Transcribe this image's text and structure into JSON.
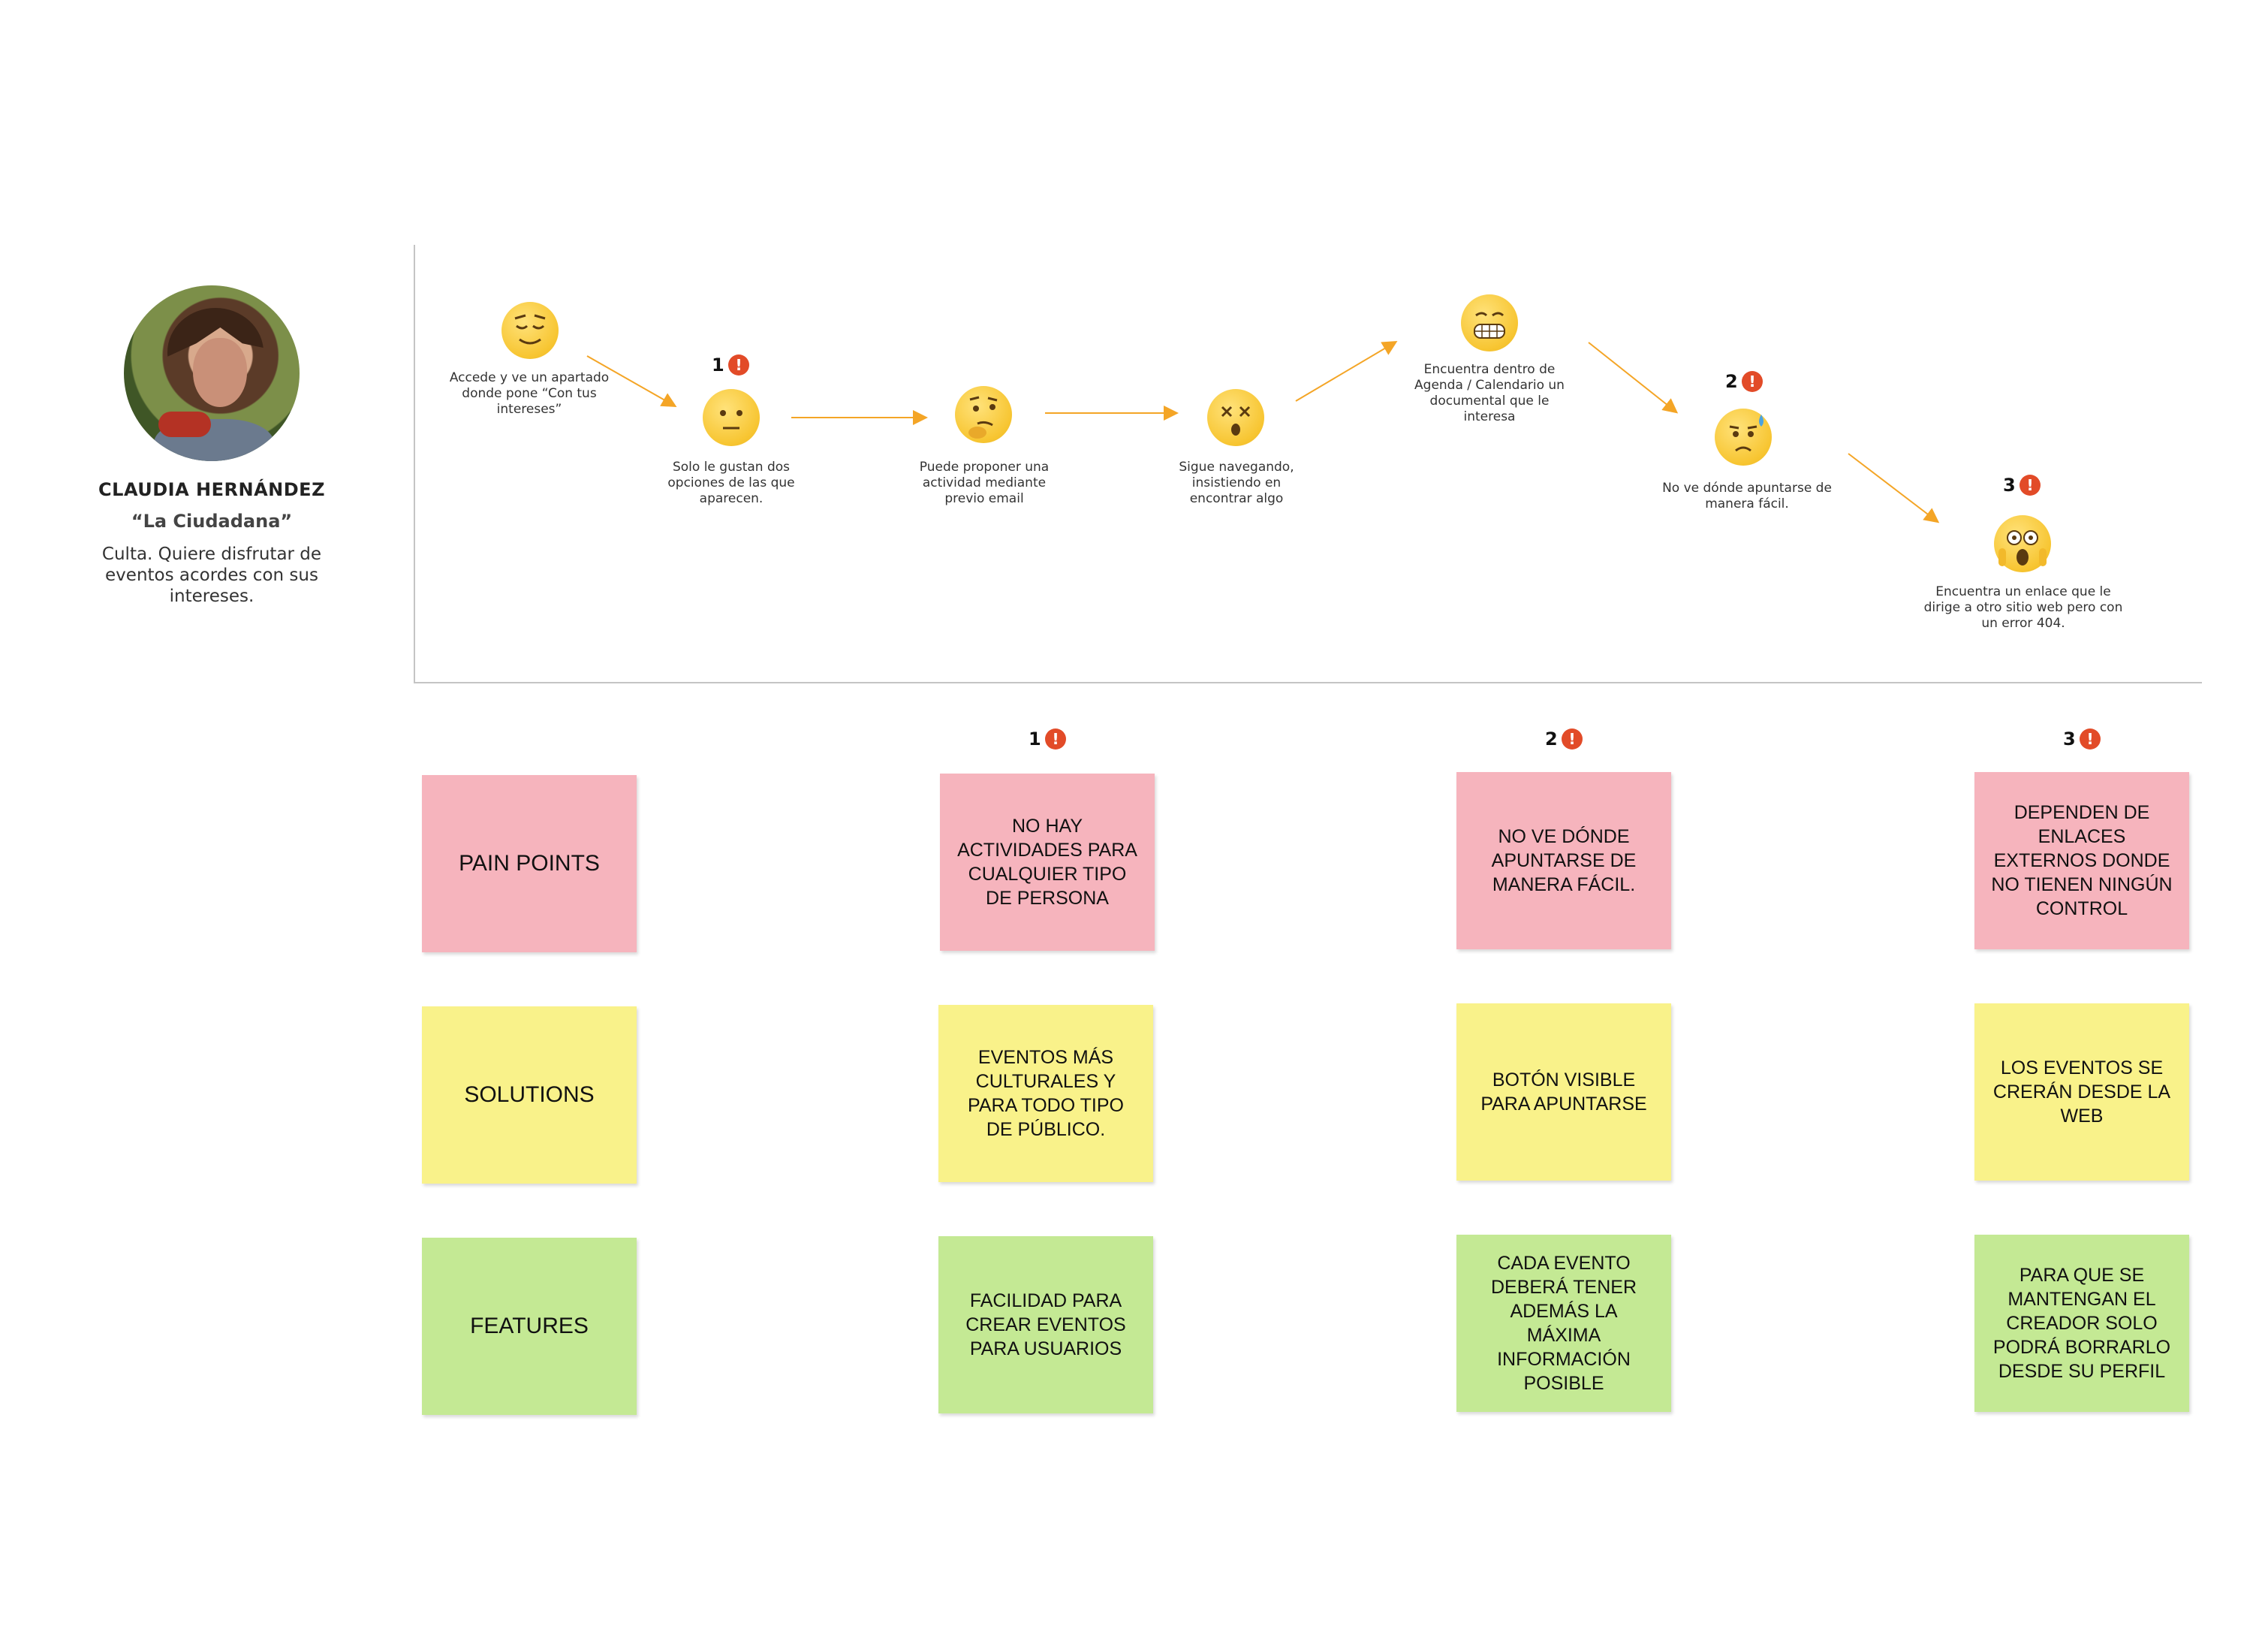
{
  "persona": {
    "name": "CLAUDIA HERNÁNDEZ",
    "role": "“La Ciudadana”",
    "description": "Culta. Quiere disfrutar de eventos acordes con sus intereses."
  },
  "journey": {
    "steps": [
      {
        "icon": "relieved-face-icon",
        "text": "Accede y ve un apartado donde pone “Con tus intereses”"
      },
      {
        "icon": "neutral-face-icon",
        "text": "Solo le gustan dos opciones de las que aparecen.",
        "marker": "1"
      },
      {
        "icon": "thinking-face-icon",
        "text": "Puede proponer una actividad mediante previo email"
      },
      {
        "icon": "dizzy-face-icon",
        "text": "Sigue navegando, insistiendo en encontrar algo"
      },
      {
        "icon": "grimacing-face-icon",
        "text": "Encuentra dentro de Agenda / Calendario un documental que le interesa"
      },
      {
        "icon": "anxious-sweat-face-icon",
        "text": "No ve dónde apuntarse de manera fácil.",
        "marker": "2"
      },
      {
        "icon": "screaming-face-icon",
        "text": "Encuentra un enlace que le dirige a otro sitio web pero con un error 404.",
        "marker": "3"
      }
    ],
    "alert_symbol": "!"
  },
  "matrix": {
    "row_labels": {
      "pain_points": "PAIN POINTS",
      "solutions": "SOLUTIONS",
      "features": "FEATURES"
    },
    "column_markers": [
      "1",
      "2",
      "3"
    ],
    "pain_points": [
      "NO HAY ACTIVIDADES PARA CUALQUIER TIPO DE PERSONA",
      "NO VE DÓNDE APUNTARSE DE MANERA FÁCIL.",
      "DEPENDEN DE ENLACES EXTERNOS DONDE NO TIENEN NINGÚN CONTROL"
    ],
    "solutions": [
      "EVENTOS MÁS CULTURALES Y PARA TODO TIPO DE PÚBLICO.",
      "BOTÓN VISIBLE PARA APUNTARSE",
      "LOS EVENTOS SE CRERÁN DESDE LA WEB"
    ],
    "features": [
      "FACILIDAD PARA CREAR EVENTOS PARA USUARIOS",
      "CADA EVENTO DEBERÁ TENER ADEMÁS LA MÁXIMA INFORMACIÓN POSIBLE",
      "PARA QUE SE MANTENGAN EL CREADOR SOLO PODRÁ BORRARLO DESDE SU PERFIL"
    ]
  },
  "colors": {
    "pain": "#f6b4bd",
    "solution": "#f9f28a",
    "feature": "#c4e994",
    "arrow": "#f4a526",
    "alert": "#e24b28",
    "emoji": "#f7c531"
  }
}
